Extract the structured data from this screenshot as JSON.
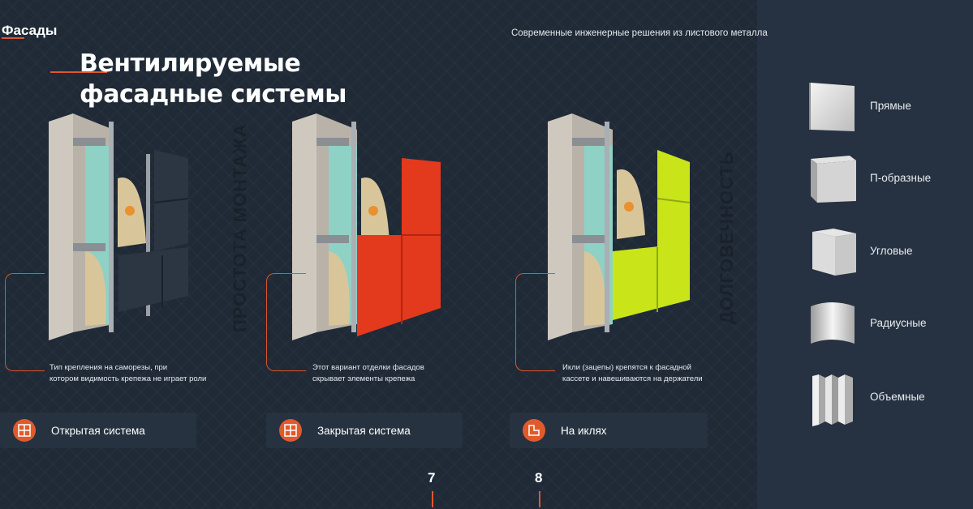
{
  "header": {
    "brand": "Фасады",
    "tagline": "Современные инженерные решения из листового металла"
  },
  "title": "Вентилируемые фасадные системы",
  "vertical_texts": [
    "ПРОСТОТА МОНТАЖА",
    "ДОЛГОВЕЧНОСТЬ"
  ],
  "systems": [
    {
      "description_line1": "Тип крепления на саморезы, при",
      "description_line2": "котором видимость крепежа не играет роли",
      "label": "Открытая система",
      "icon": "grid-icon",
      "panel_color": "#2b3642"
    },
    {
      "description_line1": "Этот вариант отделки фасадов",
      "description_line2": "скрывает элементы крепежа",
      "label": "Закрытая система",
      "icon": "grid-icon",
      "panel_color": "#e3391d"
    },
    {
      "description_line1": "Икли (зацепы) крепятся к фасадной",
      "description_line2": "кассете и навешиваются на держатели",
      "label": "На иклях",
      "icon": "hook-icon",
      "panel_color": "#c9e51a"
    }
  ],
  "pages": [
    "7",
    "8"
  ],
  "shapes": [
    {
      "label": "Прямые",
      "icon": "flat-panel-icon"
    },
    {
      "label": "П-образные",
      "icon": "u-panel-icon"
    },
    {
      "label": "Угловые",
      "icon": "corner-panel-icon"
    },
    {
      "label": "Радиусные",
      "icon": "radius-panel-icon"
    },
    {
      "label": "Объемные",
      "icon": "volume-panel-icon"
    }
  ],
  "colors": {
    "accent": "#e0572e",
    "background": "#1f2a36",
    "panel_bg": "#263241"
  }
}
